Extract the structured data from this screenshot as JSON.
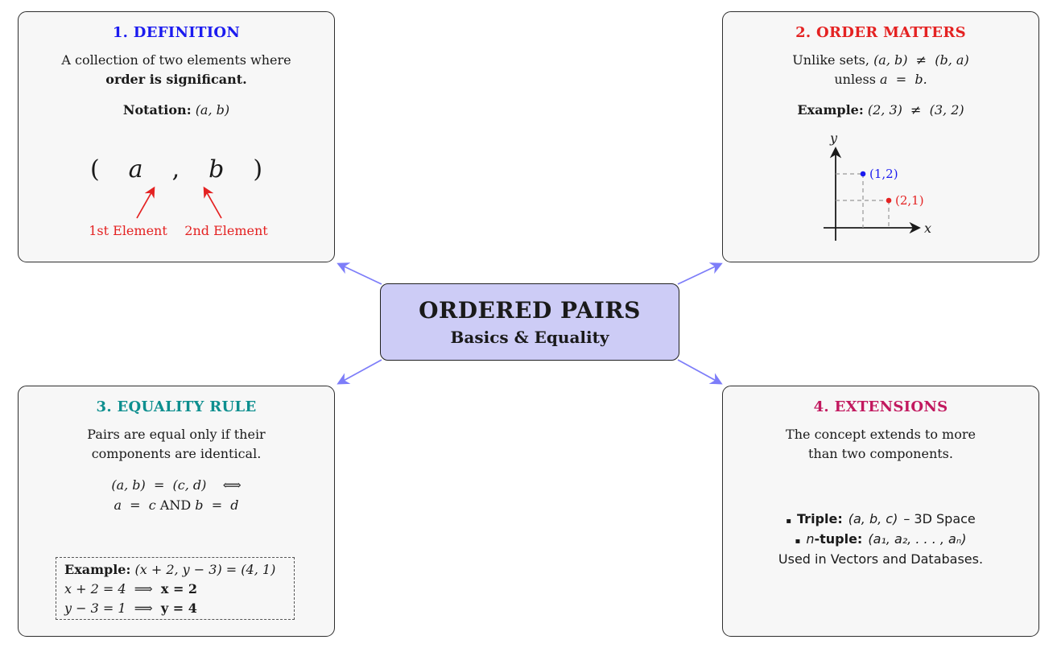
{
  "colors": {
    "heading_blue": "#1b1bef",
    "heading_red": "#e42222",
    "heading_teal": "#0e8f8f",
    "heading_magenta": "#c2195f",
    "annotation_red": "#e42222",
    "point_blue": "#1b1bef",
    "point_red": "#e42222",
    "connector_arrow": "#7d7df9",
    "center_fill": "#cdccf6",
    "box_fill": "#f7f7f7"
  },
  "center": {
    "title": "ORDERED PAIRS",
    "subtitle": "Basics & Equality"
  },
  "box1": {
    "heading": "1. DEFINITION",
    "line1": "A collection of two elements where",
    "line2": "order is significant.",
    "notation_label": "Notation:",
    "notation_value": "(a, b)",
    "pair": {
      "open": "(",
      "first": "a",
      "comma": ",",
      "second": "b",
      "close": ")"
    },
    "first_label": "1st Element",
    "second_label": "2nd Element"
  },
  "box2": {
    "heading": "2. ORDER MATTERS",
    "line1_prefix": "Unlike sets, ",
    "line1_math": "(a, b)  ≠  (b, a)",
    "line2_prefix": "unless ",
    "line2_math": "a  =  b.",
    "example_label": "Example:",
    "example_value": "(2, 3)  ≠  (3, 2)",
    "graph": {
      "y_label": "y",
      "x_label": "x",
      "point1_label": "(1,2)",
      "point2_label": "(2,1)"
    }
  },
  "box3": {
    "heading": "3. EQUALITY RULE",
    "line1": "Pairs are equal only if their",
    "line2": "components are identical.",
    "rule1": "(a, b)  =  (c, d)    ⟺",
    "rule2_a": "a  =  c",
    "rule2_and": " AND ",
    "rule2_b": "b  =  d",
    "example": {
      "label": "Example:",
      "statement": " (x + 2, y − 3) = (4, 1)",
      "step1_left": "x + 2 = 4  ⟹  ",
      "step1_right": "x = 2",
      "step2_left": "y − 3 = 1  ⟹  ",
      "step2_right": "y = 4"
    }
  },
  "box4": {
    "heading": "4. EXTENSIONS",
    "line1": "The concept extends to more",
    "line2": "than two components.",
    "bullet1_label": "Triple:",
    "bullet1_math": "(a, b, c)",
    "bullet1_tail": "– 3D Space",
    "bullet2_n": "n",
    "bullet2_label": "-tuple:",
    "bullet2_math": "(a₁, a₂, . . . , aₙ)",
    "footer": "Used in Vectors and Databases."
  }
}
